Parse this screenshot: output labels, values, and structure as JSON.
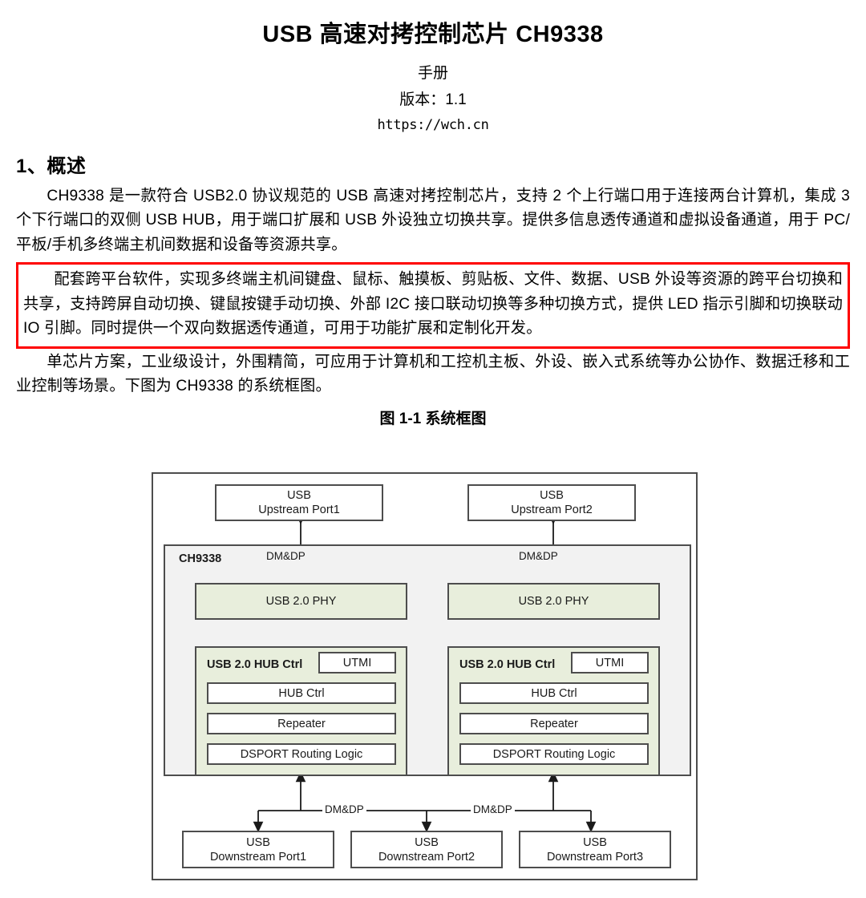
{
  "document": {
    "title": "USB 高速对拷控制芯片 CH9338",
    "subtitle": "手册",
    "version": "版本：1.1",
    "url": "https://wch.cn",
    "section_heading": "1、概述",
    "paragraph_1": "CH9338 是一款符合 USB2.0 协议规范的 USB 高速对拷控制芯片，支持 2 个上行端口用于连接两台计算机，集成 3 个下行端口的双侧 USB HUB，用于端口扩展和 USB 外设独立切换共享。提供多信息透传通道和虚拟设备通道，用于 PC/平板/手机多终端主机间数据和设备等资源共享。",
    "paragraph_2_highlighted": "配套跨平台软件，实现多终端主机间键盘、鼠标、触摸板、剪贴板、文件、数据、USB 外设等资源的跨平台切换和共享，支持跨屏自动切换、键鼠按键手动切换、外部 I2C 接口联动切换等多种切换方式，提供 LED 指示引脚和切换联动 IO 引脚。同时提供一个双向数据透传通道，可用于功能扩展和定制化开发。",
    "paragraph_3": "单芯片方案，工业级设计，外围精简，可应用于计算机和工控机主板、外设、嵌入式系统等办公协作、数据迁移和工业控制等场景。下图为 CH9338 的系统框图。",
    "figure_caption": "图 1-1 系统框图",
    "highlight_color": "#ff0000"
  },
  "diagram": {
    "chip_label": "CH9338",
    "chip_fill": "#f2f2f2",
    "block_fill": "#e8eedc",
    "border_color": "#4d4d4d",
    "upstream_ports": [
      {
        "line1": "USB",
        "line2": "Upstream Port1"
      },
      {
        "line1": "USB",
        "line2": "Upstream Port2"
      }
    ],
    "upstream_edge_labels": [
      "DM&DP",
      "DM&DP"
    ],
    "phy_blocks": [
      "USB 2.0 PHY",
      "USB 2.0 PHY"
    ],
    "hub_groups": [
      {
        "title": "USB 2.0 HUB Ctrl",
        "utmi": "UTMI",
        "rows": [
          "HUB Ctrl",
          "Repeater",
          "DSPORT Routing Logic"
        ]
      },
      {
        "title": "USB 2.0 HUB Ctrl",
        "utmi": "UTMI",
        "rows": [
          "HUB Ctrl",
          "Repeater",
          "DSPORT Routing Logic"
        ]
      }
    ],
    "downstream_edge_labels": [
      "DM&DP",
      "DM&DP"
    ],
    "downstream_ports": [
      {
        "line1": "USB",
        "line2": "Downstream Port1"
      },
      {
        "line1": "USB",
        "line2": "Downstream Port2"
      },
      {
        "line1": "USB",
        "line2": "Downstream Port3"
      }
    ]
  }
}
